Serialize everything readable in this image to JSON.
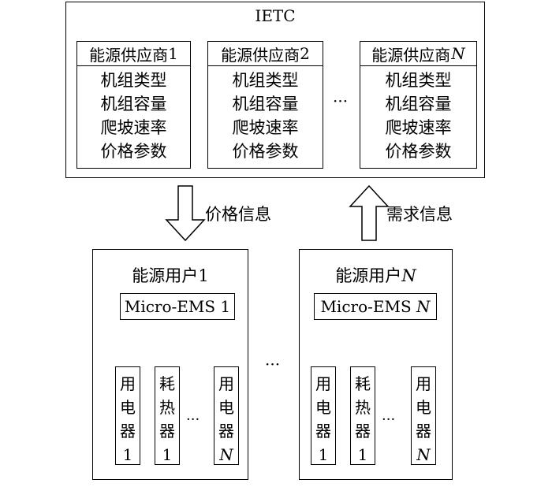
{
  "ietc": {
    "title": "IETC"
  },
  "suppliers": [
    {
      "name": "能源供应商",
      "index": "1",
      "italic_index": false,
      "attributes": [
        "机组类型",
        "机组容量",
        "爬坡速率",
        "价格参数"
      ]
    },
    {
      "name": "能源供应商",
      "index": "2",
      "italic_index": false,
      "attributes": [
        "机组类型",
        "机组容量",
        "爬坡速率",
        "价格参数"
      ]
    },
    {
      "name": "能源供应商",
      "index": "N",
      "italic_index": true,
      "attributes": [
        "机组类型",
        "机组容量",
        "爬坡速率",
        "价格参数"
      ]
    }
  ],
  "ellipsis": "···",
  "arrows": {
    "down_label": "价格信息",
    "up_label": "需求信息"
  },
  "users": [
    {
      "title": "能源用户",
      "index": "1",
      "italic_index": false,
      "ems": {
        "name": "Micro-EMS",
        "index": "1",
        "italic_index": false
      },
      "devices": [
        {
          "lines": [
            "用",
            "电",
            "器"
          ],
          "index": "1",
          "italic_index": false
        },
        {
          "lines": [
            "耗",
            "热",
            "器"
          ],
          "index": "1",
          "italic_index": false
        },
        {
          "lines": [
            "用",
            "电",
            "器"
          ],
          "index": "N",
          "italic_index": true
        }
      ]
    },
    {
      "title": "能源用户",
      "index": "N",
      "italic_index": true,
      "ems": {
        "name": "Micro-EMS",
        "index": "N",
        "italic_index": true
      },
      "devices": [
        {
          "lines": [
            "用",
            "电",
            "器"
          ],
          "index": "1",
          "italic_index": false
        },
        {
          "lines": [
            "耗",
            "热",
            "器"
          ],
          "index": "1",
          "italic_index": false
        },
        {
          "lines": [
            "用",
            "电",
            "器"
          ],
          "index": "N",
          "italic_index": true
        }
      ]
    }
  ]
}
